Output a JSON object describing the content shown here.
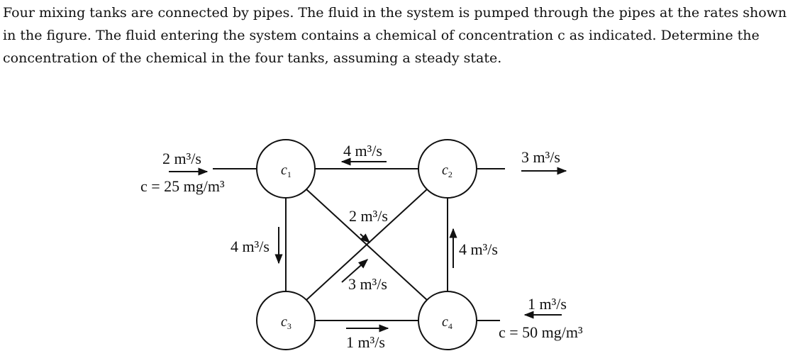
{
  "problem": {
    "text": "Four mixing tanks are connected by pipes. The fluid in the system is pumped through the pipes at the rates shown in the figure. The fluid entering the system contains a chemical of concentration c as indicated. Determine the concentration of the chemical in the four tanks, assuming a steady state."
  },
  "diagram": {
    "tanks": [
      {
        "id": "c1",
        "label": "c",
        "sub": "1"
      },
      {
        "id": "c2",
        "label": "c",
        "sub": "2"
      },
      {
        "id": "c3",
        "label": "c",
        "sub": "3"
      },
      {
        "id": "c4",
        "label": "c",
        "sub": "4"
      }
    ],
    "labels": {
      "inflow_rate": "2 m³/s",
      "inflow_conc": "c = 25 mg/m³",
      "c2_to_c1": "4 m³/s",
      "outflow_rate": "3 m³/s",
      "c1_to_c4": "2 m³/s",
      "c1_to_c3": "4 m³/s",
      "c4_to_c2": "4 m³/s",
      "c3_to_c2": "3 m³/s",
      "c3_to_c4": "1 m³/s",
      "inflow2_rate": "1 m³/s",
      "inflow2_conc": "c = 50 mg/m³"
    }
  }
}
